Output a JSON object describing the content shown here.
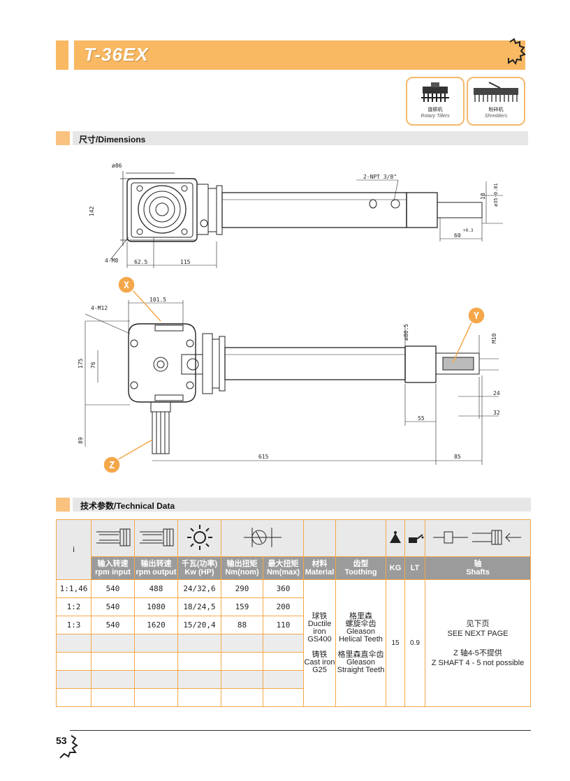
{
  "title": "T-36EX",
  "badges": [
    {
      "cn": "旋耕机",
      "en": "Rotary Tillers"
    },
    {
      "cn": "粉碎机",
      "en": "Shredders"
    }
  ],
  "sections": {
    "dimensions": "尺寸/Dimensions",
    "technical": "技术参数/Technical Data"
  },
  "drawing": {
    "top_view": {
      "dia_hub": "ø86",
      "height": "142",
      "bolts": "4-M8",
      "w1": "62.5",
      "w2": "115",
      "npt": "2-NPT 3/8\"",
      "key": "10",
      "shaft_dia": "ø35-0.01",
      "shaft_len": "60",
      "shaft_len_tol": "+0.3"
    },
    "bottom_view": {
      "bolts": "4-M12",
      "width": "101.5",
      "h_total": "175",
      "h_inner": "76",
      "tube_dia": "ø80.5",
      "thread": "M10",
      "d24": "24",
      "d32": "32",
      "d55": "55",
      "d89": "89",
      "length": "615",
      "d85": "85"
    },
    "labels": [
      "X",
      "Y",
      "Z"
    ]
  },
  "table": {
    "ratio_symbol": "i",
    "headers": [
      {
        "cn": "输入转速",
        "en": "rpm input"
      },
      {
        "cn": "输出转速",
        "en": "rpm output"
      },
      {
        "cn": "千瓦(功率)",
        "en": "Kw (HP)"
      },
      {
        "cn": "输出扭矩",
        "en": "Nm(nom)"
      },
      {
        "cn": "最大扭矩",
        "en": "Nm(max)"
      },
      {
        "cn": "材料",
        "en": "Material"
      },
      {
        "cn": "齿型",
        "en": "Toothing"
      },
      {
        "cn": "",
        "en": "KG"
      },
      {
        "cn": "",
        "en": "LT"
      },
      {
        "cn": "轴",
        "en": "Shafts"
      }
    ],
    "rows": [
      [
        "1:1,46",
        "540",
        "488",
        "24/32,6",
        "290",
        "360"
      ],
      [
        "1:2",
        "540",
        "1080",
        "18/24,5",
        "159",
        "200"
      ],
      [
        "1:3",
        "540",
        "1620",
        "15/20,4",
        "88",
        "110"
      ],
      [
        "",
        "",
        "",
        "",
        "",
        ""
      ],
      [
        "",
        "",
        "",
        "",
        "",
        ""
      ],
      [
        "",
        "",
        "",
        "",
        "",
        ""
      ],
      [
        "",
        "",
        "",
        "",
        "",
        ""
      ]
    ],
    "material": {
      "m1_cn": "球铁",
      "m1_en1": "Ductile iron",
      "m1_en2": "GS400",
      "m2_cn": "铸铁",
      "m2_en1": "Cast iron",
      "m2_en2": "G25"
    },
    "toothing": {
      "t1_cn1": "格里森",
      "t1_cn2": "螺旋伞齿",
      "t1_en1": "Gleason",
      "t1_en2": "Helical Teeth",
      "t2_cn": "格里森直伞齿",
      "t2_en1": "Gleason",
      "t2_en2": "Straight Teeth"
    },
    "kg": "15",
    "lt": "0.9",
    "shafts": {
      "cn1": "见下页",
      "en1": "SEE NEXT PAGE",
      "cn2": "Z 轴4-5不提供",
      "en2": "Z SHAFT 4 - 5 not possible"
    }
  },
  "page_number": "53"
}
